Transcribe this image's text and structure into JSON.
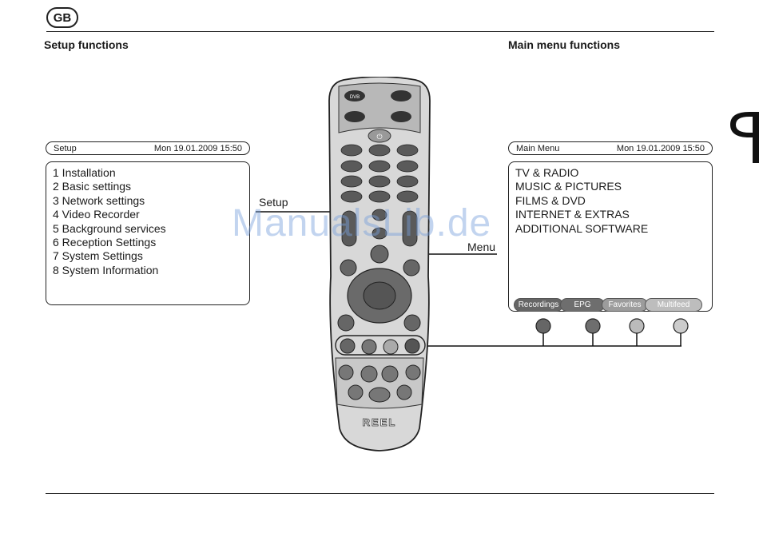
{
  "header": {
    "badge": "GB"
  },
  "setup_section": {
    "title": "Setup functions",
    "bar_title": "Setup",
    "bar_datetime": "Mon 19.01.2009 15:50",
    "items": [
      "1 Installation",
      "2 Basic settings",
      "3 Network settings",
      "4 Video Recorder",
      "5 Background services",
      "6 Reception Settings",
      "7 System Settings",
      "8 System Information"
    ],
    "callout_label": "Setup"
  },
  "main_menu_section": {
    "title": "Main menu functions",
    "bar_title": "Main Menu",
    "bar_datetime": "Mon 19.01.2009 15:50",
    "items": [
      "TV & RADIO",
      "MUSIC & PICTURES",
      "FILMS & DVD",
      "INTERNET & EXTRAS",
      "ADDITIONAL SOFTWARE"
    ],
    "callout_label": "Menu",
    "softkeys": [
      {
        "label": "Recordings",
        "color": "#666666"
      },
      {
        "label": "EPG",
        "color": "#6e6e6e"
      },
      {
        "label": "Favorites",
        "color": "#9c9c9c"
      },
      {
        "label": "Multifeed",
        "color": "#bdbdbd"
      }
    ]
  },
  "remote": {
    "top_button": "DVB",
    "brand": "REEL"
  },
  "watermark": "ManualsLib.de",
  "colors": {
    "remote_body": "#d6d6d6",
    "remote_dark": "#4a4a4a",
    "button_grey": "#5a5a5a"
  }
}
